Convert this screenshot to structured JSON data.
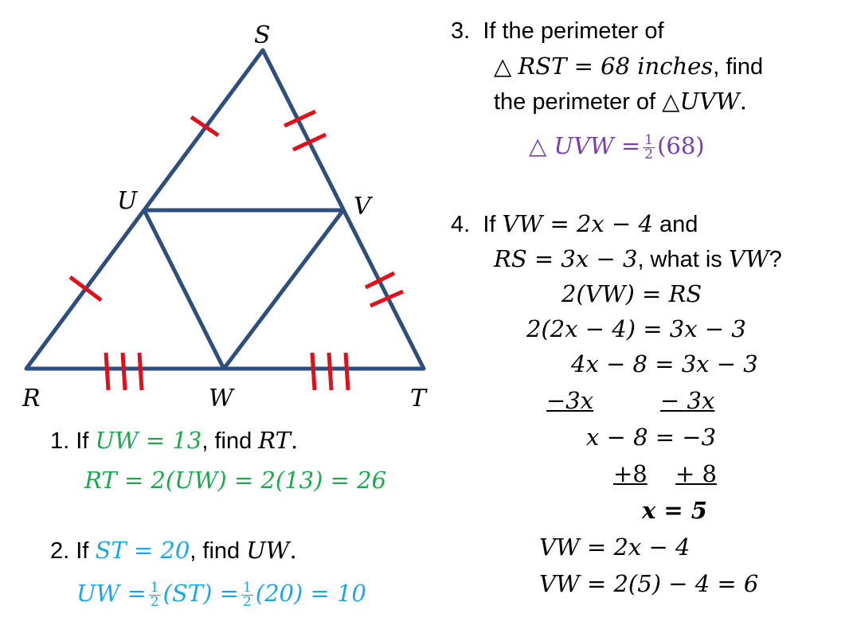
{
  "colors": {
    "line": "#2E4E7E",
    "tick": "#E0101A",
    "green": "#1BA94C",
    "cyan": "#1AA7E8",
    "purple": "#7A3DAE"
  },
  "labels": {
    "S": "S",
    "U": "U",
    "V": "V",
    "R": "R",
    "W": "W",
    "T": "T"
  },
  "problems": {
    "p1": {
      "num": "1.",
      "if": "If",
      "given": "UW = 13",
      "rest": ", find",
      "target": "RT",
      "dot": ".",
      "answer": "RT = 2(UW) = 2(13) = 26"
    },
    "p2": {
      "num": "2.",
      "if": "If",
      "given": "ST = 20",
      "rest": ", find",
      "target": "UW",
      "dot": ".",
      "ans_a": "UW =",
      "ans_b": "(ST) =",
      "ans_c": "(20) = 10",
      "half_num": "1",
      "half_den": "2"
    },
    "p3": {
      "num": "3.",
      "line1": "If the perimeter of",
      "tri": "△",
      "expr": "RST = 68 inches",
      "find": ", find",
      "line3": "the perimeter of",
      "target": "UVW",
      "dot": ".",
      "ans_a": "△ UVW =",
      "ans_b": "(68)",
      "half_num": "1",
      "half_den": "2"
    },
    "p4": {
      "num": "4.",
      "if": "If",
      "expr1": "VW = 2x − 4",
      "and": "and",
      "expr2": "RS = 3x − 3",
      "q": ", what is",
      "target": "VW",
      "qmark": "?",
      "s1": "2(VW) = RS",
      "s2": "2(2x − 4) = 3x − 3",
      "s3": "4x − 8 = 3x − 3",
      "s4a": "−3x",
      "s4b": "− 3x",
      "s5": "x − 8 = −3",
      "s6a": "+8",
      "s6b": "+ 8",
      "s7": "x = 5",
      "s8": "VW = 2x − 4",
      "s9": "VW = 2(5) − 4 = 6"
    }
  }
}
